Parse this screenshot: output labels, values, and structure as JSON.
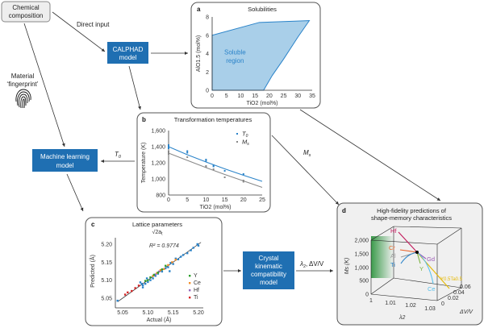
{
  "nodes": {
    "chemical_composition": [
      "Chemical",
      "composition"
    ],
    "calphad": [
      "CALPHAD",
      "model"
    ],
    "machine_learning": [
      "Machine learning",
      "model"
    ],
    "crystal_kinematic": [
      "Crystal",
      "kinematic",
      "compatibility",
      "model"
    ]
  },
  "edges": {
    "direct_input": "Direct input",
    "material_fingerprint": [
      "Material",
      "‘fingerprint’"
    ],
    "t0": "T",
    "t0_sub": "0",
    "ms": "M",
    "ms_sub": "s",
    "lambda_dv": "λ",
    "lambda_dv_sub": "2",
    "lambda_dv_rest": ", ΔV/V"
  },
  "icons": {
    "fingerprint": "fingerprint-icon"
  },
  "colors": {
    "box_blue": "#1f6fb2",
    "series_blue": "#2a83c9",
    "series_grey": "#888888",
    "region_fill": "#a9cfe9"
  },
  "chart_data": [
    {
      "panel": "a",
      "type": "area",
      "title": "Solubilities",
      "xlabel": "TiO2 (mol%)",
      "ylabel": "AlO1.5 (mol%)",
      "xlim": [
        0,
        35
      ],
      "ylim": [
        0,
        8
      ],
      "xticks": [
        "0",
        "5",
        "10",
        "15",
        "20",
        "25",
        "30",
        "35"
      ],
      "yticks": [
        "0",
        "2",
        "4",
        "6",
        "8"
      ],
      "annotation": [
        "Soluble",
        "region"
      ],
      "region": [
        [
          0,
          0
        ],
        [
          0,
          6
        ],
        [
          16.5,
          7.4
        ],
        [
          34,
          7.6
        ],
        [
          30,
          5.8
        ],
        [
          25,
          3.4
        ],
        [
          21,
          1.6
        ],
        [
          18,
          0
        ]
      ]
    },
    {
      "panel": "b",
      "type": "scatter",
      "title": "Transformation temperatures",
      "xlabel": "TiO2 (mol%)",
      "ylabel": "Temperature (K)",
      "xlim": [
        0,
        25
      ],
      "ylim": [
        800,
        1600
      ],
      "xticks": [
        "0",
        "5",
        "10",
        "15",
        "20",
        "25"
      ],
      "yticks": [
        "800",
        "1,000",
        "1,200",
        "1,400",
        "1,600"
      ],
      "legend_position": "top-right",
      "series": [
        {
          "name": "T0",
          "points": [
            [
              0,
              1420
            ],
            [
              0,
              1400
            ],
            [
              0,
              1390
            ],
            [
              0,
              1380
            ],
            [
              5,
              1345
            ],
            [
              5,
              1325
            ],
            [
              10,
              1240
            ],
            [
              10,
              1225
            ],
            [
              12,
              1165
            ],
            [
              12,
              1155
            ],
            [
              15,
              1100
            ],
            [
              20,
              1060
            ]
          ],
          "fit": [
            [
              0,
              1400
            ],
            [
              5,
              1300
            ],
            [
              10,
              1210
            ],
            [
              15,
              1125
            ],
            [
              20,
              1045
            ],
            [
              25,
              970
            ]
          ]
        },
        {
          "name": "Ms",
          "points": [
            [
              0,
              1340
            ],
            [
              0,
              1325
            ],
            [
              0,
              1310
            ],
            [
              5,
              1270
            ],
            [
              10,
              1160
            ],
            [
              10,
              1150
            ],
            [
              12,
              1120
            ],
            [
              15,
              1020
            ],
            [
              20,
              980
            ],
            [
              20,
              965
            ]
          ],
          "fit": [
            [
              0,
              1320
            ],
            [
              5,
              1230
            ],
            [
              10,
              1140
            ],
            [
              15,
              1055
            ],
            [
              20,
              975
            ],
            [
              25,
              895
            ]
          ]
        }
      ]
    },
    {
      "panel": "c",
      "type": "scatter",
      "title": "Lattice parameters",
      "subtitle": "√2a",
      "subtitle_sub": "t",
      "xlabel": "Actual (Å)",
      "ylabel": "Predicted (Å)",
      "xlim": [
        5.035,
        5.215
      ],
      "ylim": [
        5.035,
        5.215
      ],
      "xticks": [
        "5.05",
        "5.10",
        "5.15",
        "5.20"
      ],
      "yticks": [
        "5.05",
        "5.10",
        "5.15",
        "5.20"
      ],
      "annotation": "R² = 0.9774",
      "legend_position": "bottom-right",
      "series": [
        {
          "name": "Y",
          "color": "#2ca02c",
          "points": [
            [
              5.095,
              5.098
            ],
            [
              5.105,
              5.108
            ],
            [
              5.112,
              5.115
            ],
            [
              5.12,
              5.121
            ],
            [
              5.128,
              5.13
            ],
            [
              5.135,
              5.14
            ],
            [
              5.1,
              5.1
            ]
          ]
        },
        {
          "name": "Ce",
          "color": "#f28e2b",
          "points": [
            [
              5.11,
              5.112
            ],
            [
              5.118,
              5.12
            ],
            [
              5.125,
              5.128
            ],
            [
              5.132,
              5.131
            ],
            [
              5.14,
              5.142
            ],
            [
              5.148,
              5.15
            ],
            [
              5.155,
              5.157
            ]
          ]
        },
        {
          "name": "Hf",
          "color": "#9467bd",
          "points": [
            [
              5.115,
              5.116
            ],
            [
              5.122,
              5.124
            ]
          ]
        },
        {
          "name": "Ti",
          "color": "#d62728",
          "points": [
            [
              5.055,
              5.06
            ],
            [
              5.06,
              5.066
            ],
            [
              5.068,
              5.07
            ],
            [
              5.075,
              5.078
            ],
            [
              5.082,
              5.085
            ]
          ]
        },
        {
          "name": "",
          "color": "#2a83c9",
          "points": [
            [
              5.04,
              5.043
            ],
            [
              5.085,
              5.094
            ],
            [
              5.088,
              5.09
            ],
            [
              5.09,
              5.086
            ],
            [
              5.095,
              5.09
            ],
            [
              5.1,
              5.095
            ],
            [
              5.105,
              5.1
            ],
            [
              5.11,
              5.105
            ],
            [
              5.115,
              5.112
            ],
            [
              5.12,
              5.118
            ],
            [
              5.128,
              5.124
            ],
            [
              5.135,
              5.133
            ],
            [
              5.14,
              5.136
            ],
            [
              5.145,
              5.148
            ],
            [
              5.15,
              5.145
            ],
            [
              5.155,
              5.16
            ],
            [
              5.16,
              5.158
            ],
            [
              5.165,
              5.165
            ],
            [
              5.17,
              5.17
            ],
            [
              5.178,
              5.175
            ],
            [
              5.185,
              5.183
            ],
            [
              5.19,
              5.19
            ],
            [
              5.198,
              5.2
            ],
            [
              5.2,
              5.196
            ],
            [
              5.098,
              5.105
            ],
            [
              5.143,
              5.125
            ],
            [
              5.09,
              5.08
            ]
          ]
        }
      ],
      "fit": [
        [
          5.04,
          5.04
        ],
        [
          5.205,
          5.205
        ]
      ]
    },
    {
      "panel": "d",
      "type": "line3d",
      "title": [
        "High-fidelity predictions of",
        "shape-memory characteristics"
      ],
      "xlabel": "λ2",
      "ylabel": "Ms (K)",
      "zlabel": "ΔV/V",
      "xticks": [
        "1",
        "1.01",
        "1.02",
        "1.03"
      ],
      "yticks": [
        "0",
        "500",
        "1,000",
        "1,500",
        "2,000"
      ],
      "zticks": [
        "0",
        "0.02",
        "0.04",
        "0.06"
      ],
      "series": [
        {
          "name": "Hf",
          "color": "#c2185b"
        },
        {
          "name": "Cr",
          "color": "#e8642c"
        },
        {
          "name": "Al",
          "color": "#999999"
        },
        {
          "name": "Ti",
          "color": "#2a83c9"
        },
        {
          "name": "Gd",
          "color": "#9b59b6"
        },
        {
          "name": "Y",
          "color": "#7cb342"
        },
        {
          "name": "Y0.5Ta0.5",
          "color": "#e6b800"
        },
        {
          "name": "Ce",
          "color": "#5bc0eb"
        }
      ]
    }
  ],
  "panel_labels": [
    "a",
    "b",
    "c",
    "d"
  ]
}
